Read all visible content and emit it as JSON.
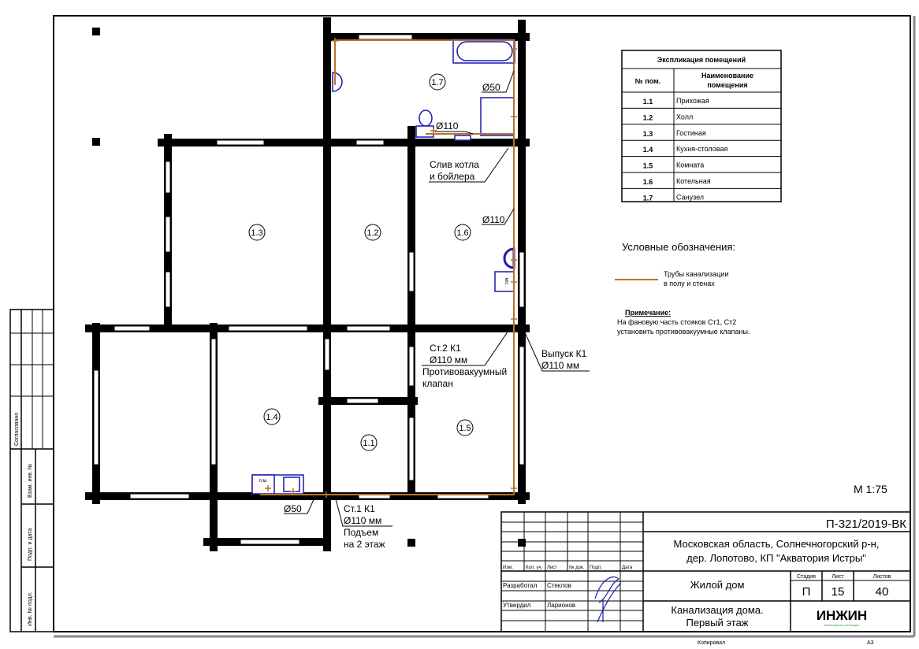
{
  "rooms": [
    "1.1",
    "1.2",
    "1.3",
    "1.4",
    "1.5",
    "1.6",
    "1.7"
  ],
  "annotations": {
    "d50_bath": "Ø50",
    "d110_wc": "Ø110",
    "boiler_drain_1": "Слив котла",
    "boiler_drain_2": "и бойлера",
    "d110_riser": "Ø110",
    "st2_1": "Ст.2 К1",
    "st2_2": "Ø110 мм",
    "st2_3": "Противовакуумный",
    "st2_4": "клапан",
    "outlet_1": "Выпуск К1",
    "outlet_2": "Ø110 мм",
    "d50_kitchen": "Ø50",
    "st1_1": "Ст.1 К1",
    "st1_2": "Ø110 мм",
    "st1_3": "Подъем",
    "st1_4": "на 2 этаж",
    "pm": "п.м.",
    "wm": "м/с"
  },
  "explication": {
    "title": "Экспликация помещений",
    "col_num": "№ пом.",
    "col_name_1": "Наименование",
    "col_name_2": "помещения",
    "rows": [
      {
        "num": "1.1",
        "name": "Прихожая"
      },
      {
        "num": "1.2",
        "name": "Холл"
      },
      {
        "num": "1.3",
        "name": "Гостиная"
      },
      {
        "num": "1.4",
        "name": "Кухня-столовая"
      },
      {
        "num": "1.5",
        "name": "Комната"
      },
      {
        "num": "1.6",
        "name": "Котельная"
      },
      {
        "num": "1.7",
        "name": "Санузел"
      }
    ]
  },
  "legend": {
    "title": "Условные обозначения:",
    "pipe_1": "Трубы канализации",
    "pipe_2": "в полу и стенах",
    "pipe_color": "#b8732a"
  },
  "note": {
    "title": "Примечание:",
    "line1": "На фановую часть стояков Ст1, Ст2",
    "line2": "установить противовакуумные клапаны."
  },
  "scale": "М 1:75",
  "side_stamp": {
    "agreed": "Согласовано",
    "inv_replace": "Взам. инв. №",
    "sign_date": "Подп. и дата",
    "inv_orig": "Инв. № подл."
  },
  "title_block": {
    "code": "П-321/2019-ВК",
    "address_1": "Московская область, Солнечногорский р-н,",
    "address_2": "дер. Лопотово, КП \"Акватория Истры\"",
    "cols": [
      "Изм.",
      "Кол. уч.",
      "Лист",
      "№ док.",
      "Подп.",
      "Дата"
    ],
    "developed": "Разработал",
    "developer": "Стеклов",
    "approved": "Утвердил",
    "approver": "Ларионов",
    "object": "Жилой дом",
    "stage_label": "Стадия",
    "sheet_label": "Лист",
    "sheets_label": "Листов",
    "stage": "П",
    "sheet": "15",
    "sheets": "40",
    "drawing_1": "Канализация дома.",
    "drawing_2": "Первый этаж",
    "logo": "ИНЖИН",
    "logo_sub": "Инженерные инновации",
    "copied": "Копировал",
    "format": "А3"
  }
}
